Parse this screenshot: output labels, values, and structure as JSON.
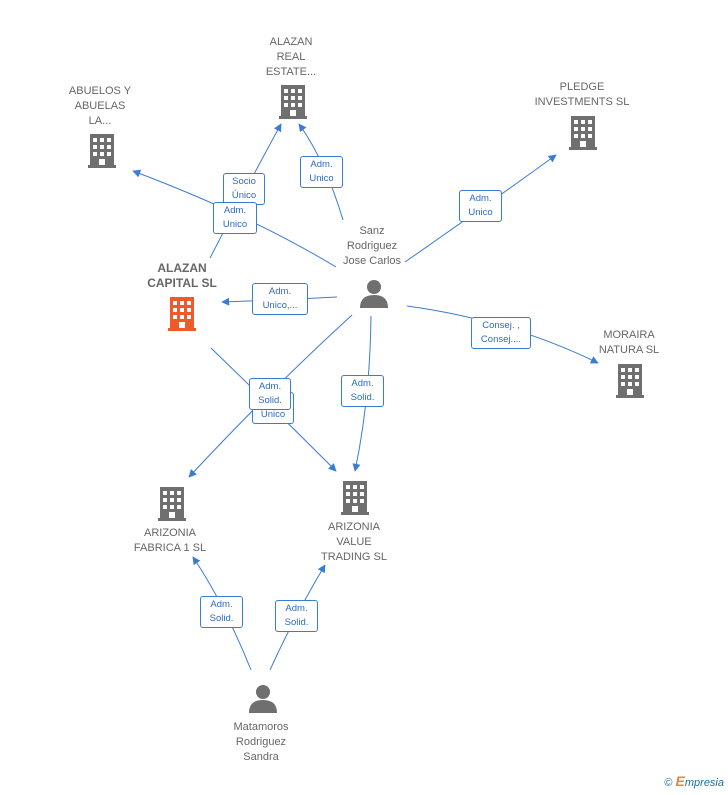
{
  "colors": {
    "edge": "#3a7bd5",
    "building": "#6f6f6f",
    "focus": "#f05a28",
    "person": "#6f6f6f"
  },
  "nodes": {
    "alazan_real": "ALAZAN\nREAL\nESTATE...",
    "abuelos": "ABUELOS Y\nABUELAS\nLA...",
    "pledge": "PLEDGE\nINVESTMENTS SL",
    "sanz": "Sanz\nRodriguez\nJose Carlos",
    "alazan_capital": "ALAZAN\nCAPITAL  SL",
    "moraira": "MORAIRA\nNATURA  SL",
    "arizonia_fabrica": "ARIZONIA\nFABRICA 1  SL",
    "arizonia_value": "ARIZONIA\nVALUE\nTRADING  SL",
    "matamoros": "Matamoros\nRodriguez\nSandra"
  },
  "edges": {
    "socio_unico": "Socio\nÚnico",
    "adm_unico_abuelos": "Adm.\nUnico",
    "adm_unico_real": "Adm.\nUnico",
    "adm_unico_pledge": "Adm.\nUnico",
    "adm_unico_capital": "Adm.\nUnico,...",
    "consej": "Consej. ,\nConsej....",
    "adm_solid_fabrica": "Adm.\nSolid.",
    "adm_unico_value": "Adm.\nUnico",
    "adm_solid_value_sanz": "Adm.\nSolid.",
    "adm_solid_fabrica_mat": "Adm.\nSolid.",
    "adm_solid_value_mat": "Adm.\nSolid."
  },
  "footer": {
    "copyright": "©",
    "brand_initial": "E",
    "brand_rest": "mpresia"
  }
}
